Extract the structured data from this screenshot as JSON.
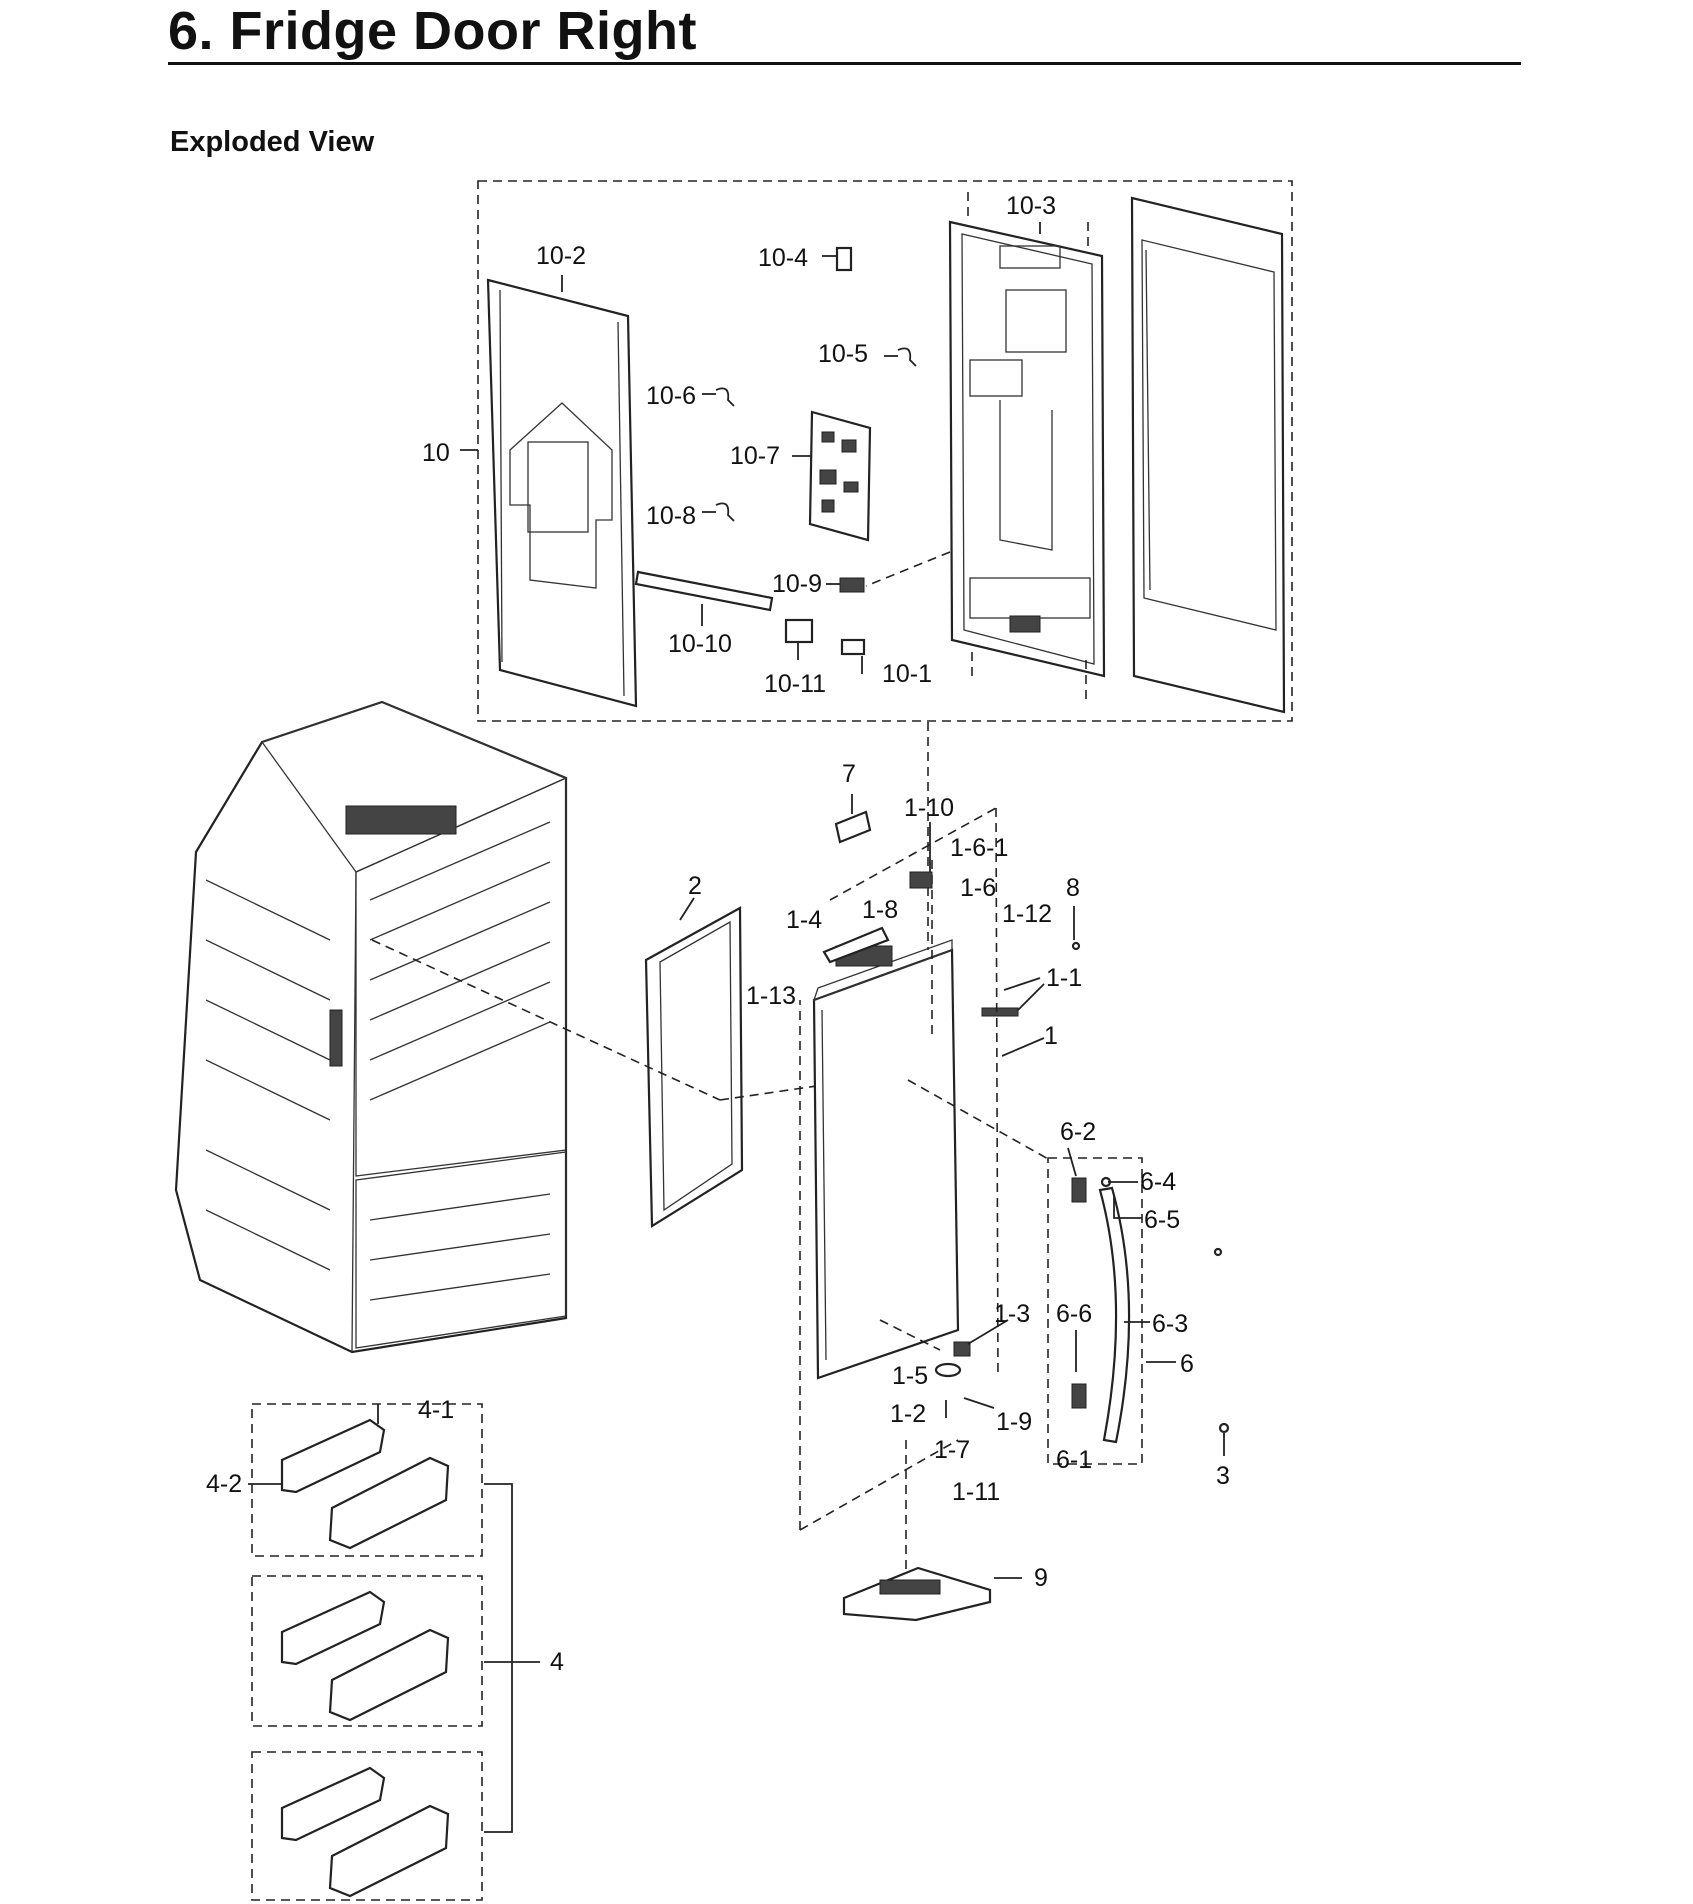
{
  "header": {
    "title": "6.  Fridge Door Right",
    "subtitle": "Exploded View"
  },
  "diagram": {
    "callouts": {
      "c10": "10",
      "c10_1": "10-1",
      "c10_2": "10-2",
      "c10_3": "10-3",
      "c10_4": "10-4",
      "c10_5": "10-5",
      "c10_6": "10-6",
      "c10_7": "10-7",
      "c10_8": "10-8",
      "c10_9": "10-9",
      "c10_10": "10-10",
      "c10_11": "10-11",
      "c1": "1",
      "c1_1": "1-1",
      "c1_2": "1-2",
      "c1_3": "1-3",
      "c1_4": "1-4",
      "c1_5": "1-5",
      "c1_6": "1-6",
      "c1_6_1": "1-6-1",
      "c1_7": "1-7",
      "c1_8": "1-8",
      "c1_9": "1-9",
      "c1_10": "1-10",
      "c1_11": "1-11",
      "c1_12": "1-12",
      "c1_13": "1-13",
      "c2": "2",
      "c3": "3",
      "c4": "4",
      "c4_1": "4-1",
      "c4_2": "4-2",
      "c6": "6",
      "c6_1": "6-1",
      "c6_2": "6-2",
      "c6_3": "6-3",
      "c6_4": "6-4",
      "c6_5": "6-5",
      "c6_6": "6-6",
      "c7": "7",
      "c8": "8",
      "c9": "9"
    }
  }
}
